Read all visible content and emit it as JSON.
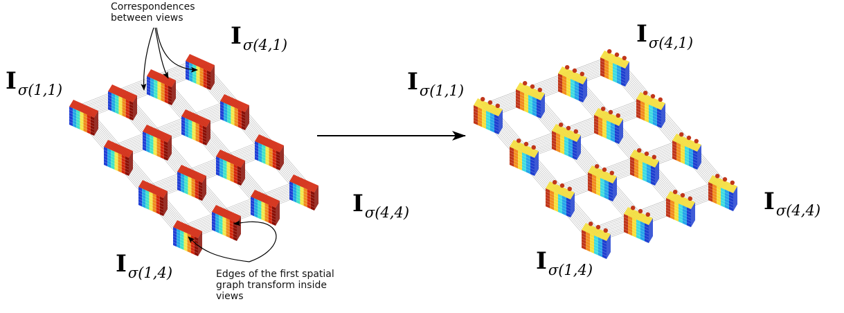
{
  "annotations": {
    "correspondences": "Correspondences\nbetween views",
    "edges": "Edges of the first spatial\ngraph transform inside\nviews"
  },
  "labels": {
    "left": {
      "i11": {
        "symbol": "I",
        "subscript": "σ(1,1)"
      },
      "i41": {
        "symbol": "I",
        "subscript": "σ(4,1)"
      },
      "i44": {
        "symbol": "I",
        "subscript": "σ(4,4)"
      },
      "i14": {
        "symbol": "I",
        "subscript": "σ(1,4)"
      }
    },
    "right": {
      "i11": {
        "symbol": "I",
        "subscript": "σ(1,1)"
      },
      "i41": {
        "symbol": "I",
        "subscript": "σ(4,1)"
      },
      "i44": {
        "symbol": "I",
        "subscript": "σ(4,4)"
      },
      "i14": {
        "symbol": "I",
        "subscript": "σ(1,4)"
      }
    }
  },
  "grid": {
    "rows": 4,
    "cols": 4
  },
  "colors": {
    "edge_gray": "#9a9a9a",
    "arrow": "#000000",
    "left_palette": [
      "#1f3fd6",
      "#21a8e6",
      "#3fe3c8",
      "#f2e84a",
      "#f08a1c",
      "#d4260c",
      "#8a0f06"
    ],
    "right_palette": [
      "#1e3fd0",
      "#25a4ea",
      "#3ddbe0",
      "#f5df3a",
      "#f28c1e",
      "#c0361a"
    ]
  }
}
